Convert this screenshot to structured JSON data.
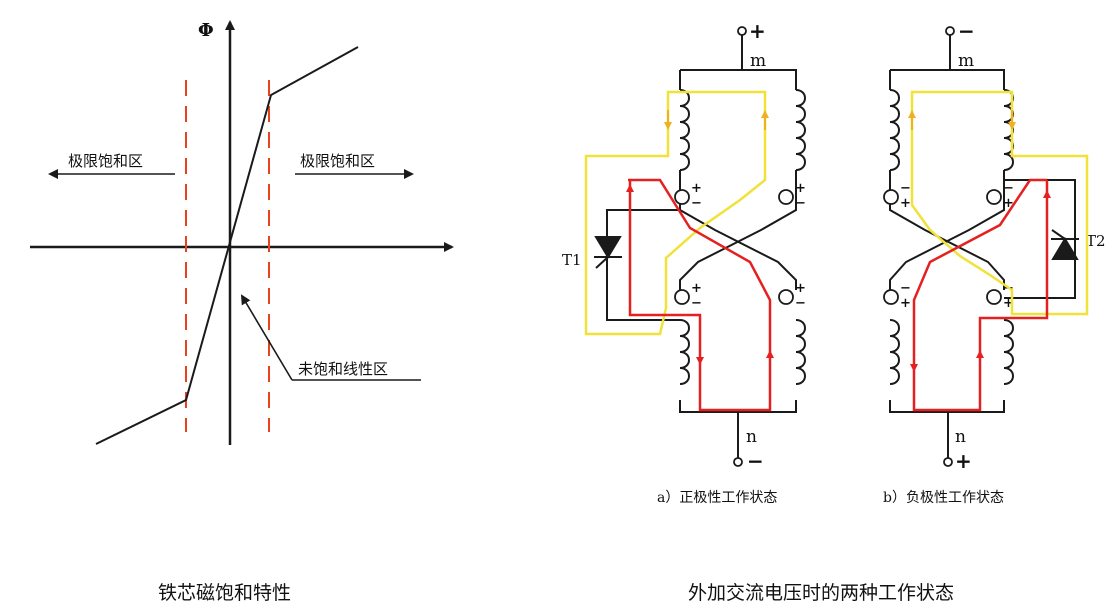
{
  "left_figure": {
    "axis_label": "Φ",
    "saturation_label_left": "极限饱和区",
    "saturation_label_right": "极限饱和区",
    "linear_label": "未饱和线性区",
    "caption": "铁芯磁饱和特性"
  },
  "right_figure": {
    "caption": "外加交流电压时的两种工作状态",
    "circuit_a": {
      "top_polarity": "+",
      "top_node": "m",
      "bottom_node": "n",
      "bottom_polarity": "−",
      "thyristor": "T1",
      "sub_caption": "a）正极性工作状态"
    },
    "circuit_b": {
      "top_polarity": "−",
      "top_node": "m",
      "bottom_node": "n",
      "bottom_polarity": "+",
      "thyristor": "T2",
      "sub_caption": "b）负极性工作状态"
    }
  },
  "colors": {
    "ink": "#1a1a1a",
    "dashed": "#e8421f",
    "red_path": "#e52020",
    "yellow_path": "#f0e23a"
  }
}
